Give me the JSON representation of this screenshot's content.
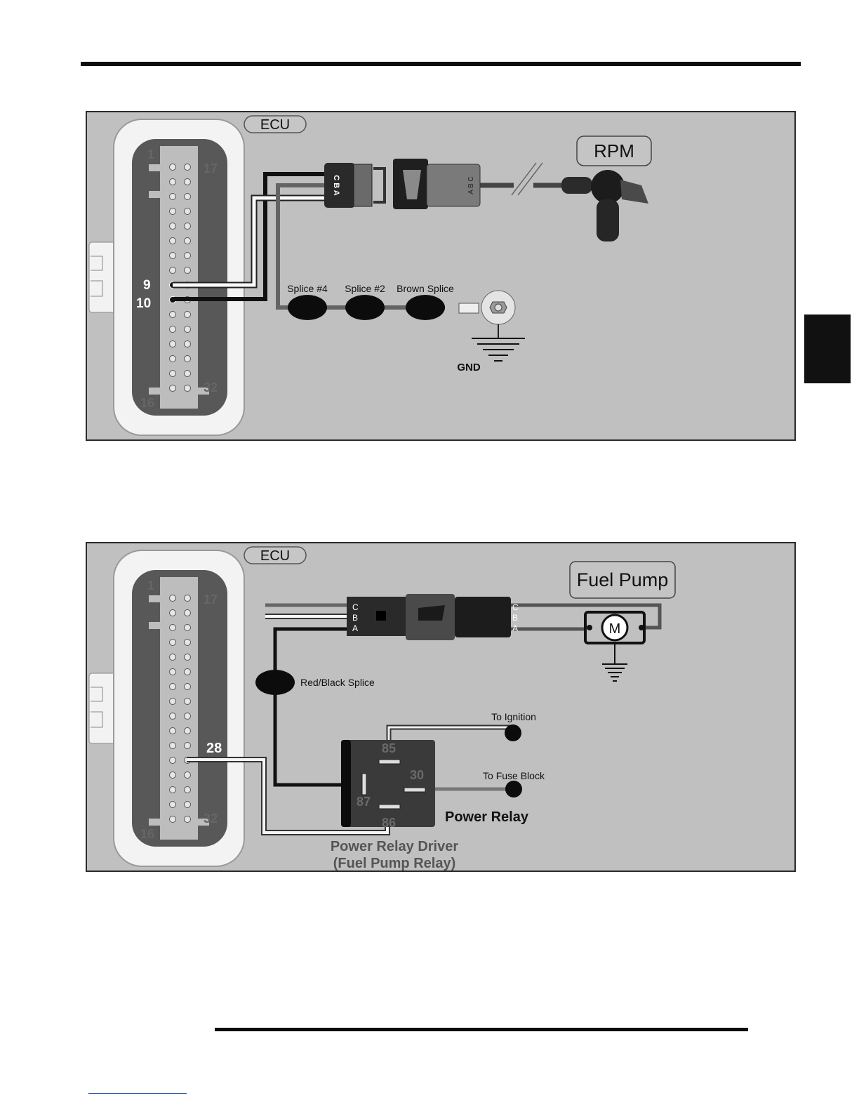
{
  "diagram1": {
    "ecu_label": "ECU",
    "sensor_label": "RPM",
    "pins": {
      "pin1": "1",
      "pin17": "17",
      "pin16": "16",
      "pin32": "32",
      "pin9": "9",
      "pin10": "10"
    },
    "connector_left_letters": "C B A",
    "connector_right_letters": "A B C",
    "splices": [
      "Splice #4",
      "Splice #2",
      "Brown Splice"
    ],
    "ground_label": "GND"
  },
  "diagram2": {
    "ecu_label": "ECU",
    "pump_label": "Fuel Pump",
    "motor_symbol": "M",
    "pins": {
      "pin1": "1",
      "pin17": "17",
      "pin16": "16",
      "pin32": "32",
      "pin28": "28"
    },
    "connector_letters": [
      "C",
      "B",
      "A"
    ],
    "splice_label": "Red/Black Splice",
    "ignition_label": "To Ignition",
    "fuse_label": "To Fuse Block",
    "relay_label": "Power Relay",
    "relay_pins": {
      "p85": "85",
      "p30": "30",
      "p87": "87",
      "p86": "86"
    },
    "driver_label_line1": "Power Relay Driver",
    "driver_label_line2": "(Fuel Pump Relay)"
  }
}
